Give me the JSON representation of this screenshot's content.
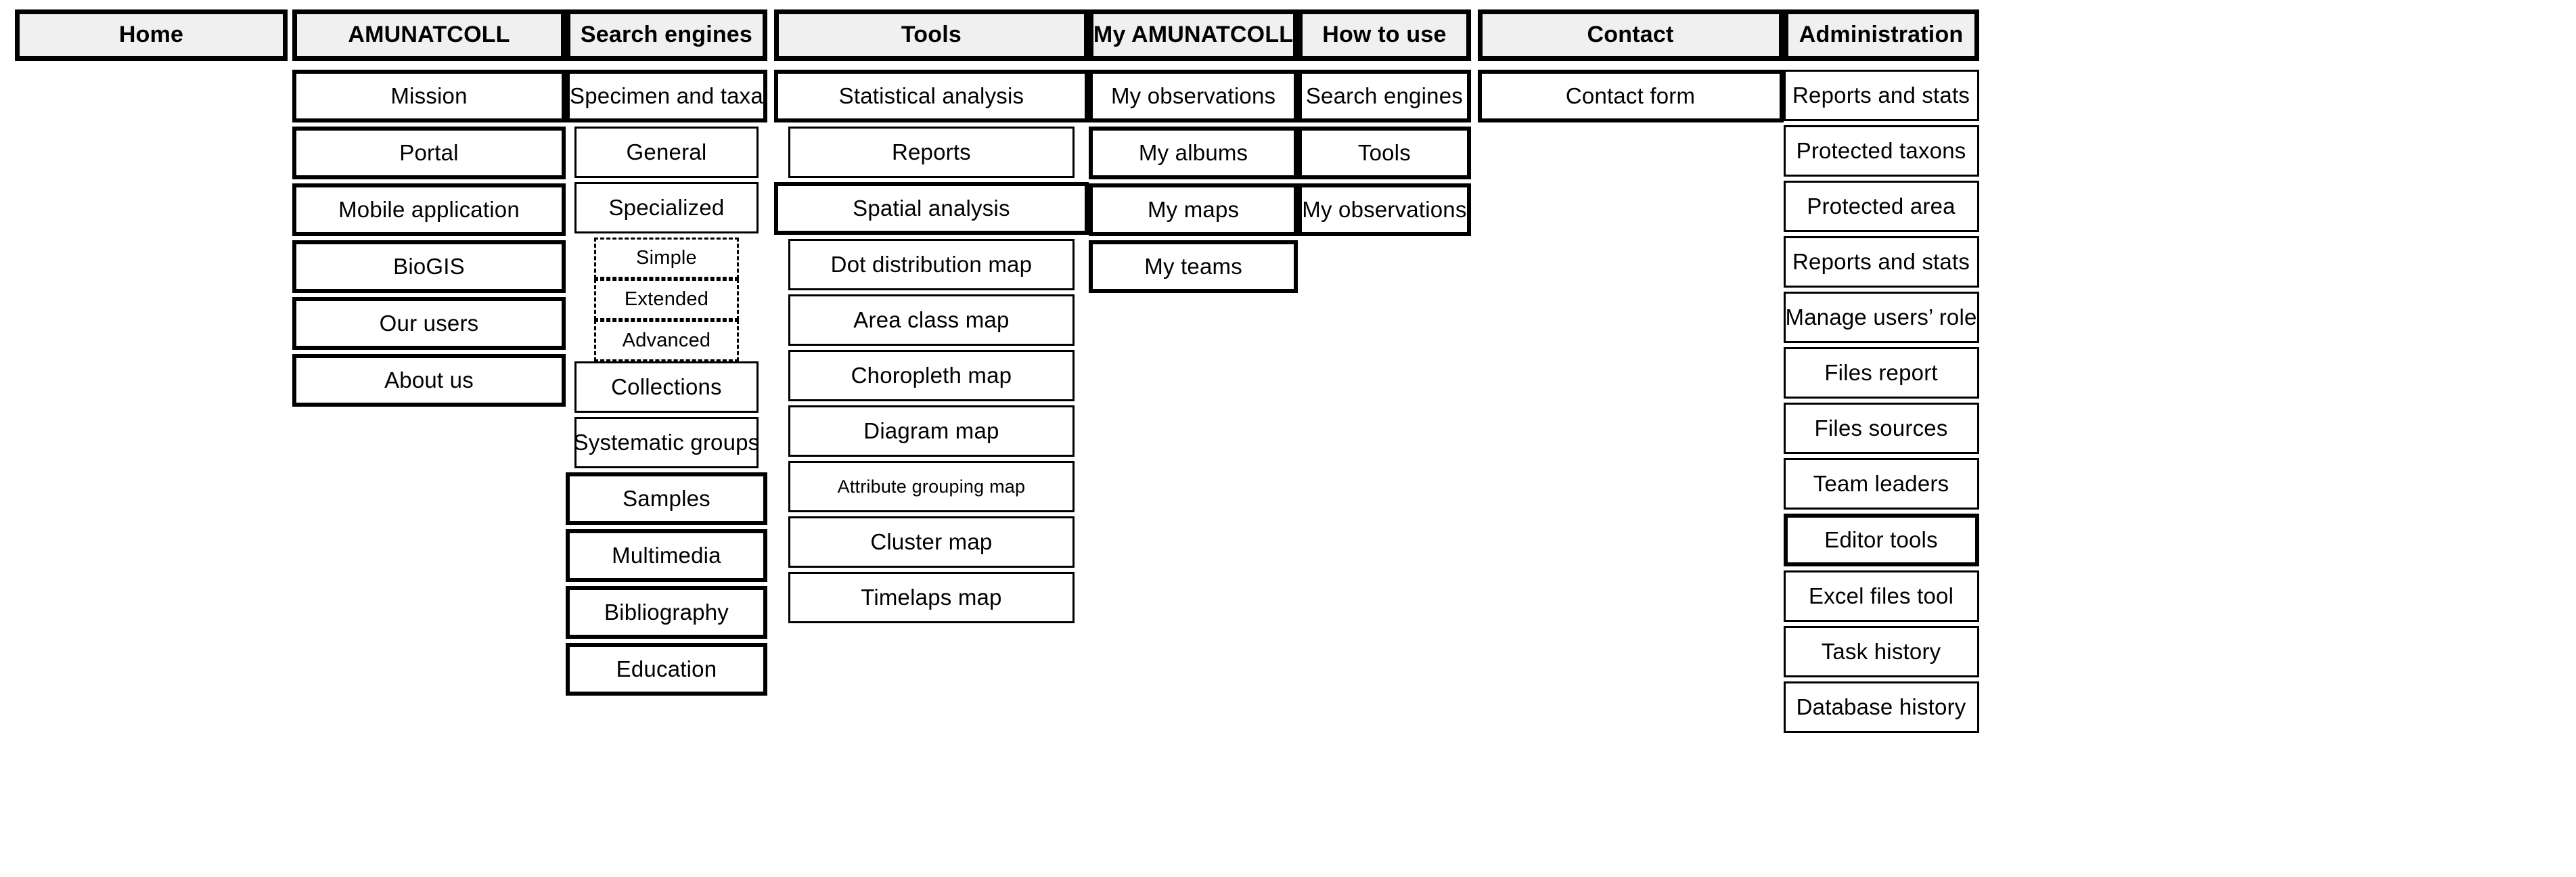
{
  "sitemap": {
    "columns": [
      {
        "id": "home",
        "header": "Home",
        "items": []
      },
      {
        "id": "amunatcoll",
        "header": "AMUNATCOLL",
        "items": [
          {
            "label": "Mission",
            "style": "thick",
            "level": 1
          },
          {
            "label": "Portal",
            "style": "thick",
            "level": 1
          },
          {
            "label": "Mobile application",
            "style": "thick",
            "level": 1
          },
          {
            "label": "BioGIS",
            "style": "thick",
            "level": 1
          },
          {
            "label": "Our users",
            "style": "thick",
            "level": 1
          },
          {
            "label": "About us",
            "style": "thick",
            "level": 1
          }
        ]
      },
      {
        "id": "search-engines",
        "header": "Search engines",
        "items": [
          {
            "label": "Specimen and taxa",
            "style": "thick",
            "level": 1
          },
          {
            "label": "General",
            "style": "thin",
            "level": 2
          },
          {
            "label": "Specialized",
            "style": "thin",
            "level": 2
          },
          {
            "label": "Simple",
            "style": "dashed",
            "level": 3
          },
          {
            "label": "Extended",
            "style": "dashed",
            "level": 3
          },
          {
            "label": "Advanced",
            "style": "dashed",
            "level": 3
          },
          {
            "label": "Collections",
            "style": "thin",
            "level": 2
          },
          {
            "label": "Systematic groups",
            "style": "thin",
            "level": 2
          },
          {
            "label": "Samples",
            "style": "thick",
            "level": 1
          },
          {
            "label": "Multimedia",
            "style": "thick",
            "level": 1
          },
          {
            "label": "Bibliography",
            "style": "thick",
            "level": 1
          },
          {
            "label": "Education",
            "style": "thick",
            "level": 1
          }
        ]
      },
      {
        "id": "tools",
        "header": "Tools",
        "items": [
          {
            "label": "Statistical analysis",
            "style": "thick",
            "level": 1
          },
          {
            "label": "Reports",
            "style": "thin",
            "level": 2
          },
          {
            "label": "Spatial analysis",
            "style": "thick",
            "level": 1
          },
          {
            "label": "Dot distribution map",
            "style": "thin",
            "level": 2
          },
          {
            "label": "Area class map",
            "style": "thin",
            "level": 2
          },
          {
            "label": "Choropleth map",
            "style": "thin",
            "level": 2
          },
          {
            "label": "Diagram map",
            "style": "thin",
            "level": 2
          },
          {
            "label": "Attribute grouping map",
            "style": "thin",
            "level": 2,
            "small": true
          },
          {
            "label": "Cluster map",
            "style": "thin",
            "level": 2
          },
          {
            "label": "Timelaps map",
            "style": "thin",
            "level": 2
          }
        ]
      },
      {
        "id": "my-amunatcoll",
        "header": "My AMUNATCOLL",
        "items": [
          {
            "label": "My observations",
            "style": "thick",
            "level": 1
          },
          {
            "label": "My albums",
            "style": "thick",
            "level": 1
          },
          {
            "label": "My maps",
            "style": "thick",
            "level": 1
          },
          {
            "label": "My teams",
            "style": "thick",
            "level": 1
          }
        ]
      },
      {
        "id": "how-to-use",
        "header": "How to use",
        "items": [
          {
            "label": "Search engines",
            "style": "thick",
            "level": 1
          },
          {
            "label": "Tools",
            "style": "thick",
            "level": 1
          },
          {
            "label": "My observations",
            "style": "thick",
            "level": 1
          }
        ]
      },
      {
        "id": "contact",
        "header": "Contact",
        "items": [
          {
            "label": "Contact form",
            "style": "thick",
            "level": 1
          }
        ]
      },
      {
        "id": "administration",
        "header": "Administration",
        "items": [
          {
            "label": "Reports and stats",
            "style": "thin",
            "level": 1
          },
          {
            "label": "Protected taxons",
            "style": "thin",
            "level": 1
          },
          {
            "label": "Protected area",
            "style": "thin",
            "level": 1
          },
          {
            "label": "Reports and stats",
            "style": "thin",
            "level": 1
          },
          {
            "label": "Manage users’ role",
            "style": "thin",
            "level": 1
          },
          {
            "label": "Files report",
            "style": "thin",
            "level": 1
          },
          {
            "label": "Files sources",
            "style": "thin",
            "level": 1
          },
          {
            "label": "Team leaders",
            "style": "thin",
            "level": 1
          },
          {
            "label": "Editor tools",
            "style": "thick",
            "level": 1
          },
          {
            "label": "Excel files tool",
            "style": "thin",
            "level": 1
          },
          {
            "label": "Task history",
            "style": "thin",
            "level": 1
          },
          {
            "label": "Database history",
            "style": "thin",
            "level": 1
          }
        ]
      }
    ],
    "colors": {
      "header_fill": "#f0f0f0",
      "border": "#000000",
      "item_fill": "#ffffff",
      "text": "#000000",
      "page_background": "#ffffff"
    }
  }
}
